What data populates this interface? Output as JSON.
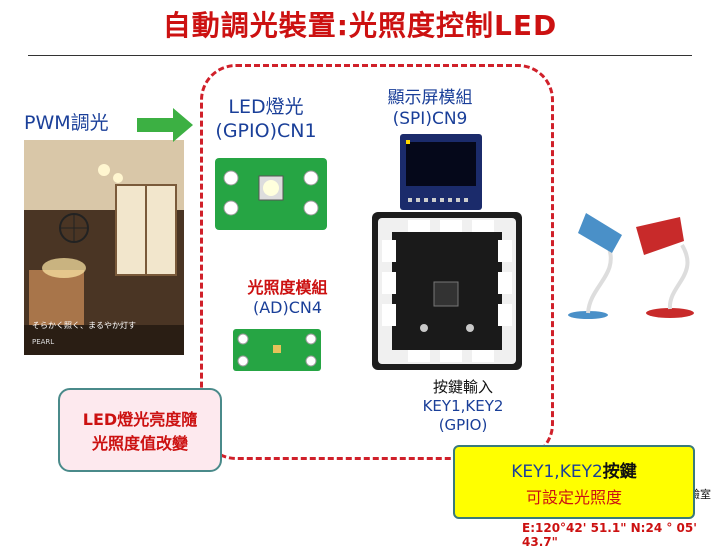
{
  "title": "自動調光裝置:光照度控制LED",
  "labels": {
    "pwm": "PWM調光",
    "led_line1": "LED燈光",
    "led_line2": "(GPIO)CN1",
    "display_line1": "顯示屏模組",
    "display_line2": "(SPI)CN9",
    "sensor_line1": "光照度模組",
    "sensor_line2": "(AD)CN4",
    "key_line1": "按鍵輸入",
    "key_line2": "KEY1,KEY2",
    "key_line3": "(GPIO)",
    "partial_side": "驗室"
  },
  "pink_box": {
    "line1": "LED燈光亮度隨",
    "line2": "光照度值改變"
  },
  "yellow_box": {
    "keys": "KEY1,KEY2",
    "suffix": "按鍵",
    "line2": "可設定光照度"
  },
  "coords": "E:120°42' 51.1\"  N:24 ° 05' 43.7\"",
  "photo_caption": {
    "line1": "そらかく照く、まるやか灯す",
    "line2": "PEARL"
  },
  "colors": {
    "title": "#cc1111",
    "label_blue": "#1a3f99",
    "dashed_border": "#d0202a",
    "arrow": "#3cb043",
    "yellow": "#ffff00"
  }
}
